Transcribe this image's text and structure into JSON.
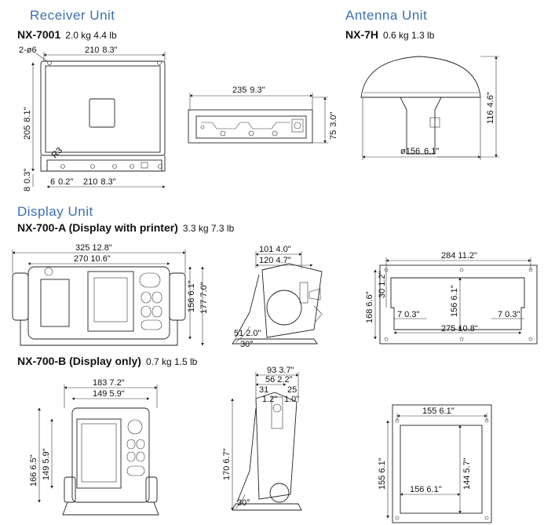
{
  "sections": {
    "receiver": "Receiver Unit",
    "antenna": "Antenna Unit",
    "display": "Display Unit"
  },
  "receiver": {
    "model": "NX-7001",
    "weight": "2.0 kg  4.4 lb",
    "dims": {
      "holes": "2-ø6",
      "width_mm": "210",
      "width_in": "8.3\"",
      "height_mm": "205",
      "height_in": "8.1\"",
      "radius": "R3",
      "bottom_mm": "8",
      "bottom_in": "0.3\"",
      "edge_mm": "6",
      "edge_in": "0.2\"",
      "bwidth_mm": "210",
      "bwidth_in": "8.3\"",
      "side_width_mm": "235",
      "side_width_in": "9.3\"",
      "side_h_mm": "75",
      "side_h_in": "3.0\""
    }
  },
  "antenna": {
    "model": "NX-7H",
    "weight": "0.6 kg  1.3 lb",
    "dims": {
      "h_mm": "116",
      "h_in": "4.6\"",
      "dia": "ø156",
      "dia_in": "6.1\""
    }
  },
  "display_a": {
    "model": "NX-700-A (Display with printer)",
    "weight": "3.3 kg  7.3 lb",
    "dims": {
      "w1": "325  12.8\"",
      "w2": "270  10.6\"",
      "h1": "156  6.1\"",
      "h2": "177  7.0\"",
      "s1": "101  4.0\"",
      "s2": "120  4.7\"",
      "s3": "51 2.0\"",
      "ang": "30°",
      "c_w": "284  11.2\"",
      "c_h1": "30  1.2\"",
      "c_h2": "168  6.6\"",
      "c_h3": "156  6.1\"",
      "c_a": "7  0.3\"",
      "c_b": "7  0.3\"",
      "c_w2": "275  10.8\""
    }
  },
  "display_b": {
    "model": "NX-700-B (Display only)",
    "weight": "0.7 kg  1.5 lb",
    "dims": {
      "w1": "183  7.2\"",
      "w2": "149  5.9\"",
      "h1": "166  6.5\"",
      "h2": "149  5.9\"",
      "s1": "93  3.7\"",
      "s2": "56  2.2\"",
      "s3": "31",
      "s4": "25",
      "s5": "1.2\"",
      "s6": "1.0\"",
      "s_h": "170  6.7\"",
      "ang": "30°",
      "c_w": "155  6.1\"",
      "c_h": "155  6.1\"",
      "c_h2": "144  5.7\"",
      "c_w2": "156  6.1\""
    }
  }
}
